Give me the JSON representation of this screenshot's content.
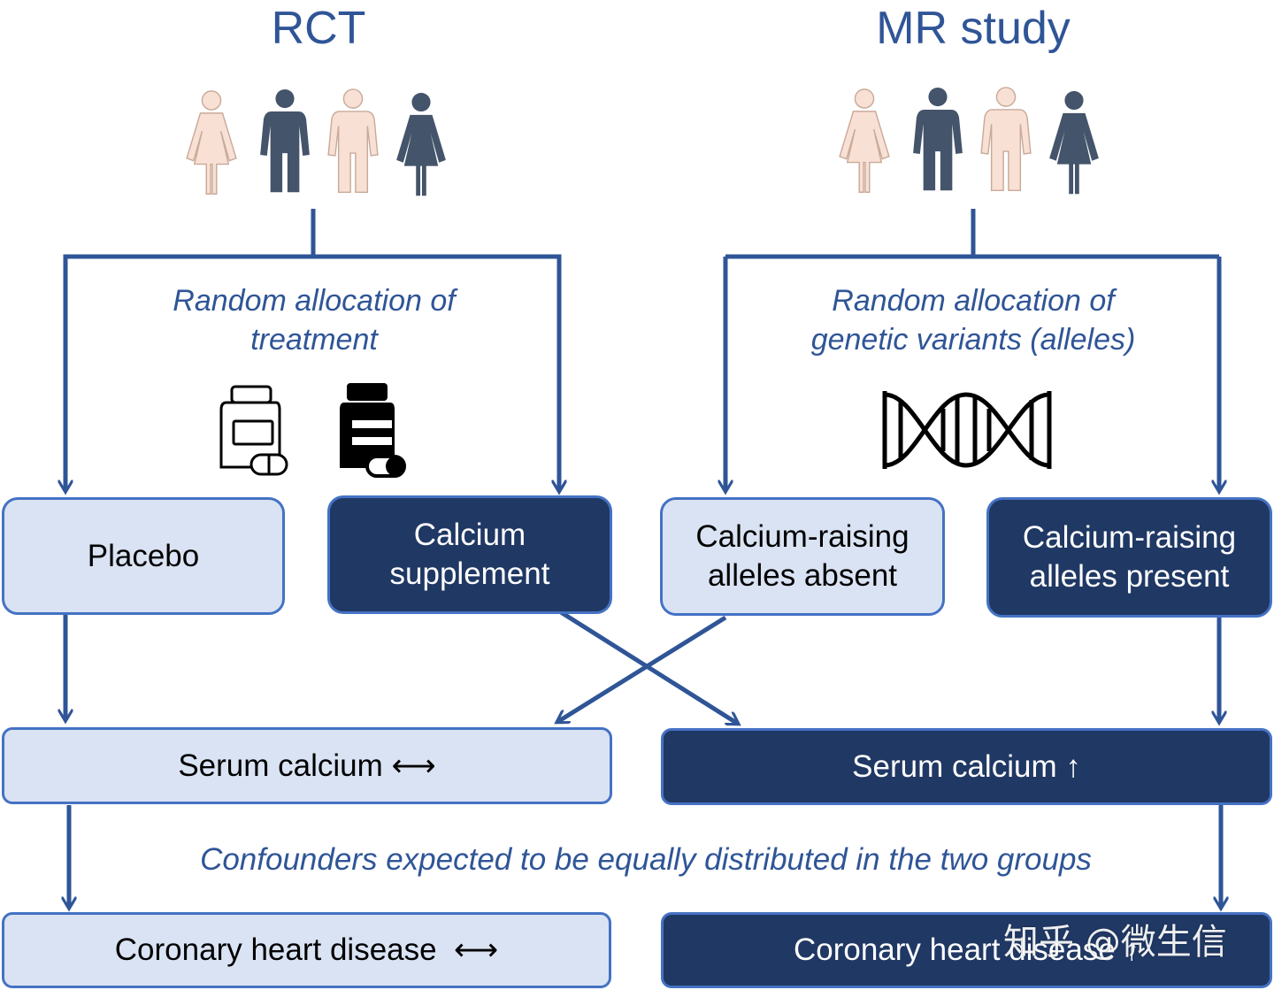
{
  "rct": {
    "title": "RCT",
    "allocation_note_line1": "Random allocation of",
    "allocation_note_line2": "treatment",
    "placebo_label": "Placebo",
    "supplement_label_line1": "Calcium",
    "supplement_label_line2": "supplement"
  },
  "mr": {
    "title": "MR study",
    "allocation_note_line1": "Random allocation of",
    "allocation_note_line2": "genetic variants (alleles)",
    "absent_label_line1": "Calcium-raising",
    "absent_label_line2": "alleles absent",
    "present_label_line1": "Calcium-raising",
    "present_label_line2": "alleles present"
  },
  "outcomes": {
    "serum_left": "Serum calcium ⟷",
    "serum_right": "Serum calcium ↑",
    "confounders_note": "Confounders expected to be equally distributed in the two groups",
    "chd_left": "Coronary heart disease  ⟷",
    "chd_right": "Coronary heart disease ↑"
  },
  "watermark": "知乎 @微生信",
  "colors": {
    "accent_blue": "#2f5597",
    "light_fill": "#dae3f3",
    "dark_fill": "#203864",
    "border_blue": "#4472c4",
    "person_light": "#f8e1d4",
    "person_dark": "#44546a"
  },
  "icons": [
    "female-person-icon",
    "male-person-icon",
    "pill-bottle-outline-icon",
    "pill-bottle-filled-icon",
    "dna-helix-icon"
  ]
}
